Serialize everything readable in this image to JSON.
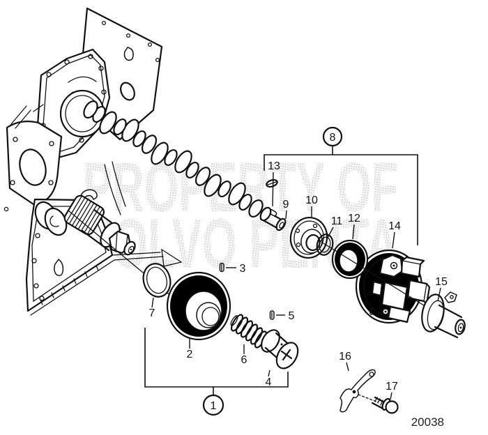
{
  "figure": {
    "id_number": "20038",
    "watermark_line1": "PROPERTY OF",
    "watermark_line2": "VOLVO PENTA"
  },
  "callouts": {
    "n1": "1",
    "n2": "2",
    "n3": "3",
    "n4": "4",
    "n5": "5",
    "n6": "6",
    "n7": "7",
    "n8": "8",
    "n9": "9",
    "n10": "10",
    "n11": "11",
    "n12": "12",
    "n13": "13",
    "n14": "14",
    "n15": "15",
    "n16": "16",
    "n17": "17"
  },
  "colors": {
    "line": "#111111",
    "watermark_dot": "#adadad",
    "background": "#ffffff"
  }
}
